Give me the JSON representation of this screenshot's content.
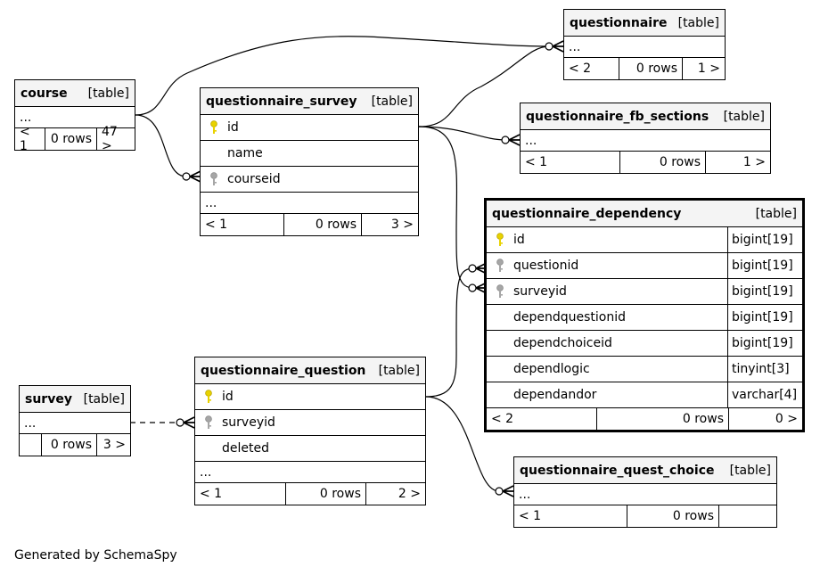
{
  "tables": {
    "course": {
      "name": "course",
      "type": "[table]",
      "more": "...",
      "parents": "< 1",
      "rows": "0 rows",
      "children": "47 >"
    },
    "questionnaire_survey": {
      "name": "questionnaire_survey",
      "type": "[table]",
      "columns": [
        {
          "name": "id",
          "key": "primary"
        },
        {
          "name": "name",
          "key": "none"
        },
        {
          "name": "courseid",
          "key": "foreign"
        }
      ],
      "more": "...",
      "parents": "< 1",
      "rows": "0 rows",
      "children": "3 >"
    },
    "questionnaire": {
      "name": "questionnaire",
      "type": "[table]",
      "more": "...",
      "parents": "< 2",
      "rows": "0 rows",
      "children": "1 >"
    },
    "questionnaire_fb_sections": {
      "name": "questionnaire_fb_sections",
      "type": "[table]",
      "more": "...",
      "parents": "< 1",
      "rows": "0 rows",
      "children": "1 >"
    },
    "questionnaire_dependency": {
      "name": "questionnaire_dependency",
      "type": "[table]",
      "columns": [
        {
          "name": "id",
          "type": "bigint[19]",
          "key": "primary"
        },
        {
          "name": "questionid",
          "type": "bigint[19]",
          "key": "foreign"
        },
        {
          "name": "surveyid",
          "type": "bigint[19]",
          "key": "foreign"
        },
        {
          "name": "dependquestionid",
          "type": "bigint[19]",
          "key": "none"
        },
        {
          "name": "dependchoiceid",
          "type": "bigint[19]",
          "key": "none"
        },
        {
          "name": "dependlogic",
          "type": "tinyint[3]",
          "key": "none"
        },
        {
          "name": "dependandor",
          "type": "varchar[4]",
          "key": "none"
        }
      ],
      "parents": "< 2",
      "rows": "0 rows",
      "children": "0 >"
    },
    "survey": {
      "name": "survey",
      "type": "[table]",
      "more": "...",
      "parents": "",
      "rows": "0 rows",
      "children": "3 >"
    },
    "questionnaire_question": {
      "name": "questionnaire_question",
      "type": "[table]",
      "columns": [
        {
          "name": "id",
          "key": "primary"
        },
        {
          "name": "surveyid",
          "key": "foreign"
        },
        {
          "name": "deleted",
          "key": "none"
        }
      ],
      "more": "...",
      "parents": "< 1",
      "rows": "0 rows",
      "children": "2 >"
    },
    "questionnaire_quest_choice": {
      "name": "questionnaire_quest_choice",
      "type": "[table]",
      "more": "...",
      "parents": "< 1",
      "rows": "0 rows",
      "children": ""
    }
  },
  "relationships": [
    {
      "from": "course",
      "to": "questionnaire",
      "style": "solid"
    },
    {
      "from": "course",
      "to": "questionnaire_survey.courseid",
      "style": "solid"
    },
    {
      "from": "questionnaire_survey.id",
      "to": "questionnaire",
      "style": "solid"
    },
    {
      "from": "questionnaire_survey.id",
      "to": "questionnaire_fb_sections",
      "style": "solid"
    },
    {
      "from": "questionnaire_survey.id",
      "to": "questionnaire_dependency.surveyid",
      "style": "solid"
    },
    {
      "from": "questionnaire_question.id",
      "to": "questionnaire_dependency.questionid",
      "style": "solid"
    },
    {
      "from": "questionnaire_question.id",
      "to": "questionnaire_quest_choice",
      "style": "solid"
    },
    {
      "from": "survey",
      "to": "questionnaire_question.surveyid",
      "style": "dashed"
    }
  ],
  "colors": {
    "primary_key": "#e8d200",
    "foreign_key": "#a6a6a6",
    "header_bg": "#f4f4f4",
    "line": "#000000"
  },
  "footer": {
    "generated": "Generated by SchemaSpy"
  }
}
